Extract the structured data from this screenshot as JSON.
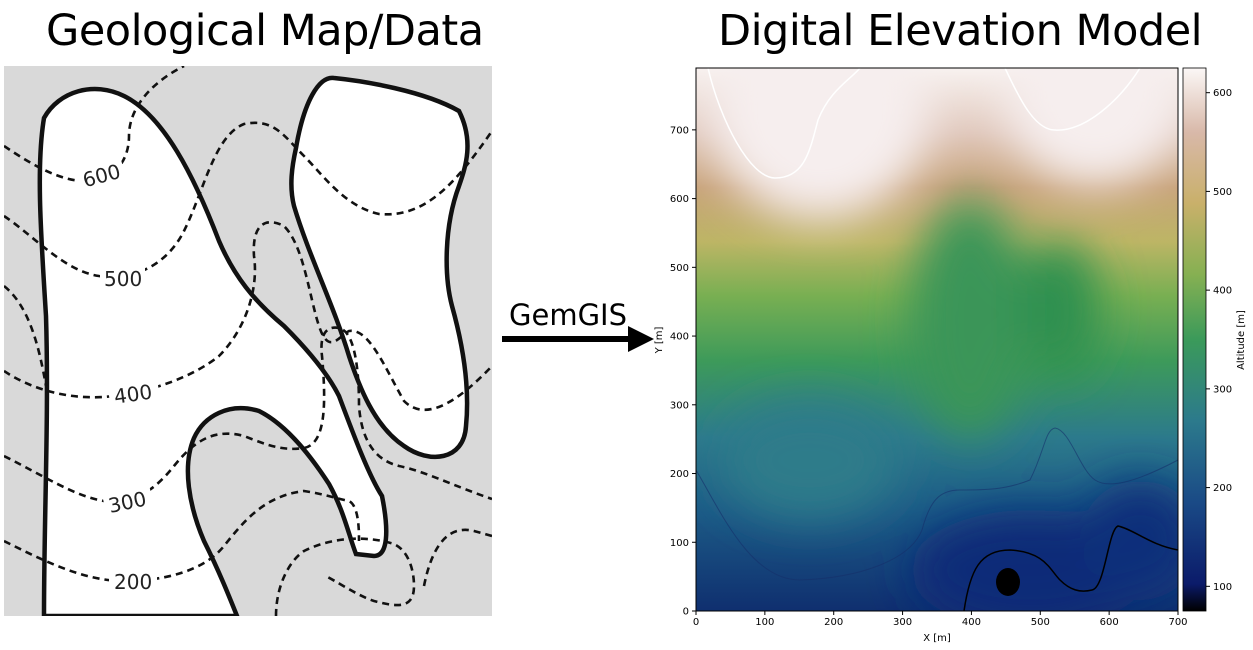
{
  "titles": {
    "geological": "Geological Map/Data",
    "dem": "Digital Elevation Model"
  },
  "arrow_label": "GemGIS",
  "geo_map": {
    "contour_labels": [
      "600",
      "500",
      "400",
      "300",
      "200"
    ],
    "background_color": "#d9d9d9"
  },
  "dem": {
    "xlabel": "X [m]",
    "ylabel": "Y [m]",
    "colorbar_label": "Altitude [m]",
    "x_ticks": [
      "0",
      "100",
      "200",
      "300",
      "400",
      "500",
      "600",
      "700"
    ],
    "y_ticks": [
      "0",
      "100",
      "200",
      "300",
      "400",
      "500",
      "600",
      "700"
    ],
    "colorbar_ticks": [
      "100",
      "200",
      "300",
      "400",
      "500",
      "600"
    ],
    "xlim": [
      0,
      700
    ],
    "ylim": [
      0,
      790
    ],
    "clim": [
      75,
      625
    ],
    "colormap": "gist_earth"
  }
}
